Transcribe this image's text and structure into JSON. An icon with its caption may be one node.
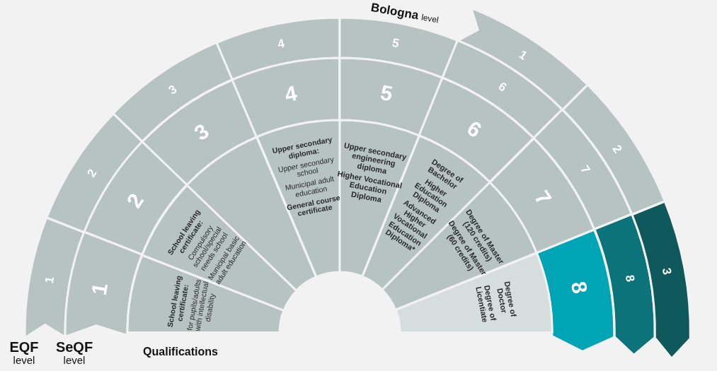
{
  "diagram": {
    "nodes": [
      {
        "text": [
          "1"
        ]
      },
      {
        "text": [
          "2"
        ]
      },
      {
        "text": [
          "3"
        ]
      },
      {
        "text": [
          "4"
        ]
      },
      {
        "text": [
          "5"
        ]
      },
      {
        "text": [
          "6"
        ]
      },
      {
        "text": [
          "7"
        ]
      },
      {
        "text": [
          "8"
        ]
      },
      {
        "text": [
          "1"
        ]
      },
      {
        "text": [
          "2"
        ]
      },
      {
        "text": [
          "3"
        ]
      },
      {
        "text": [
          "4"
        ]
      },
      {
        "text": [
          "5"
        ]
      },
      {
        "text": [
          "6"
        ]
      },
      {
        "text": [
          "7"
        ]
      },
      {
        "text": [
          "8"
        ]
      },
      {
        "text": [
          "1"
        ]
      },
      {
        "text": [
          "2"
        ]
      },
      {
        "text": [
          "3"
        ]
      },
      {
        "text": [
          "School leaving certificate:",
          "for pupils/adults with intellectual disability"
        ]
      },
      {
        "text": [
          "School leaving certificate:",
          "Compulsory school/special needs school",
          "Municipal basic adult education"
        ]
      },
      {
        "text": [],
        "shape": "box"
      },
      {
        "text": [
          "Upper secondary diploma:",
          "Upper secondary school",
          "Municipal adult education",
          "General course certificate"
        ]
      },
      {
        "text": [
          "Upper secondary engineering diploma",
          "Higher Vocational Education Diploma"
        ]
      },
      {
        "text": [
          "Degree of Bachelor",
          "Higher Education Diploma",
          "Advanced Higher Vocational Education Diploma*"
        ]
      },
      {
        "text": [
          "Degree of Master (120 credits)",
          "Degree of Master (60 credits)"
        ]
      },
      {
        "text": [
          "Degree of Doctor",
          "Degree of Licentiate"
        ]
      }
    ],
    "labels": [
      "Bologna level",
      "EQF level",
      "SeQF level",
      "Qualifications"
    ]
  }
}
